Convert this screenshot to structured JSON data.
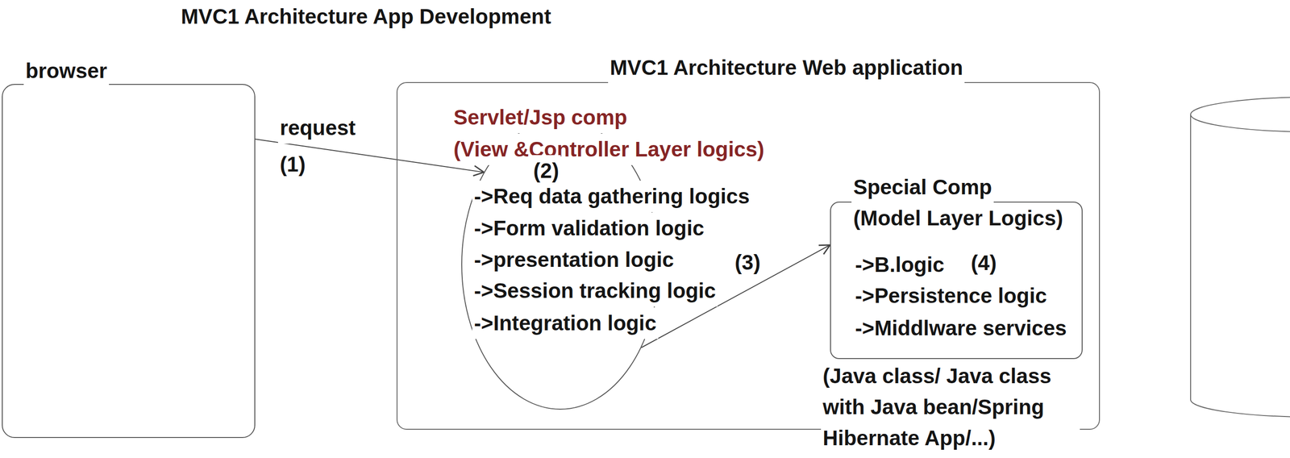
{
  "diagram": {
    "title": "MVC1 Architecture App Development",
    "nodes": [
      {
        "text": [
          "browser"
        ]
      },
      {
        "text": [
          "MVC1 Architecture Web application"
        ]
      },
      {
        "text": [
          "Servlet/Jsp comp",
          "(View &Controller Layer logics)",
          "->Req data gathering logics",
          "->Form validation logic",
          "->presentation logic",
          "->Session tracking logic",
          "->Integration logic"
        ],
        "in": 1
      },
      {
        "text": [
          "Special Comp",
          "(Model Layer Logics)",
          "->B.logic",
          "->Persistence logic",
          "->Middlware services"
        ],
        "in": 1
      }
    ],
    "edges": [
      {
        "from": 0,
        "to": 2,
        "arrow": "to"
      },
      {
        "from": 2,
        "to": 3,
        "arrow": "to"
      }
    ],
    "labels": [
      "request",
      "(1)",
      "(2)",
      "(3)",
      "(4)",
      "(Java class/ Java class with Java bean/Spring Hibernate App/...)"
    ]
  }
}
